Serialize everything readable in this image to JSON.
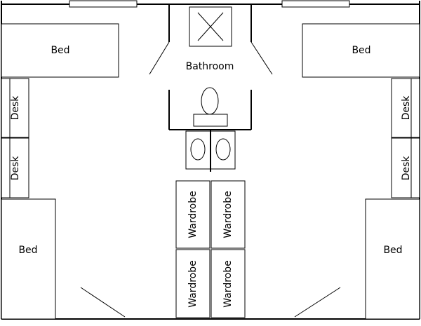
{
  "labels": {
    "bed_top_left": "Bed",
    "bed_top_right": "Bed",
    "bed_bottom_left": "Bed",
    "bed_bottom_right": "Bed",
    "bathroom": "Bathroom",
    "desk_left_upper": "Desk",
    "desk_left_lower": "Desk",
    "desk_right_upper": "Desk",
    "desk_right_lower": "Desk",
    "wardrobe_upper_left": "Wardrobe",
    "wardrobe_upper_right": "Wardrobe",
    "wardrobe_lower_left": "Wardrobe",
    "wardrobe_lower_right": "Wardrobe"
  },
  "colors": {
    "line": "#000000",
    "window": "#ffffff",
    "background": "#ffffff"
  }
}
